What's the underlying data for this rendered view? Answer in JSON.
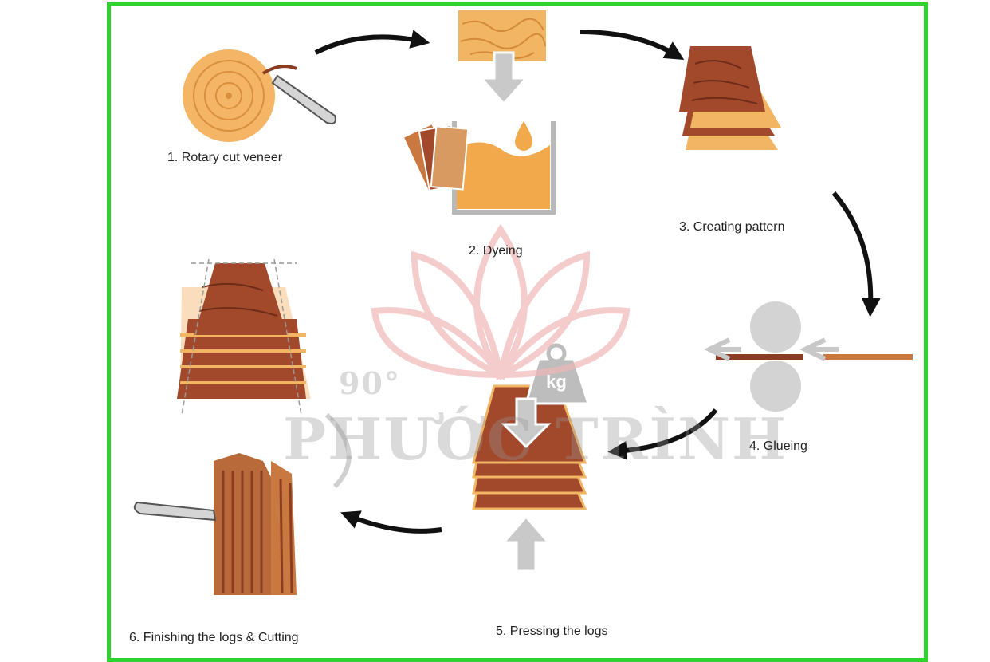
{
  "steps": [
    {
      "label": "1. Rotary cut veneer"
    },
    {
      "label": "2. Dyeing"
    },
    {
      "label": "3. Creating pattern"
    },
    {
      "label": "4. Glueing"
    },
    {
      "label": "5. Pressing the logs"
    },
    {
      "label": "6. Finishing the logs & Cutting"
    }
  ],
  "weight": {
    "unit": "kg"
  },
  "watermark": {
    "badge": "90°",
    "brand": "PHƯỚC TRÌNH"
  },
  "colors": {
    "frame": "#2fd22f",
    "veneer_light": "#f2b564",
    "veneer_dark": "#a2492c",
    "arrow": "#111111",
    "roller": "#cfcfcf"
  }
}
